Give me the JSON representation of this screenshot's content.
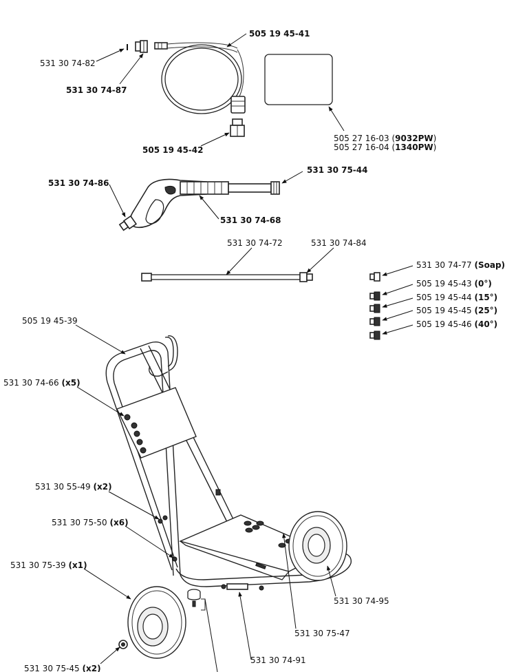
{
  "callouts": {
    "c01": {
      "num": "531 30 74-82",
      "extra": ""
    },
    "c02": {
      "num": "531 30 74-87",
      "extra": ""
    },
    "c03": {
      "num": "505 19 45-41",
      "extra": ""
    },
    "c04": {
      "num": "505 19 45-42",
      "extra": ""
    },
    "c05a": {
      "num": "505 27 16-03 (",
      "extra": "9032PW",
      "close": ")"
    },
    "c05b": {
      "num": "505 27 16-04 (",
      "extra": "1340PW",
      "close": ")"
    },
    "c06": {
      "num": "531 30 75-44",
      "extra": ""
    },
    "c07": {
      "num": "531 30 74-86",
      "extra": ""
    },
    "c08": {
      "num": "531 30 74-68",
      "extra": ""
    },
    "c09": {
      "num": "531 30 74-72",
      "extra": ""
    },
    "c10": {
      "num": "531 30 74-84",
      "extra": ""
    },
    "c11": {
      "num": "531 30 74-77",
      "extra": "(Soap)"
    },
    "c12": {
      "num": "505 19 45-43",
      "extra": "(0°)"
    },
    "c13": {
      "num": "505 19 45-44",
      "extra": "(15°)"
    },
    "c14": {
      "num": "505 19 45-45",
      "extra": "(25°)"
    },
    "c15": {
      "num": "505 19 45-46",
      "extra": "(40°)"
    },
    "c16": {
      "num": "505 19 45-39",
      "extra": ""
    },
    "c17": {
      "num": "531 30 74-66",
      "extra": "(x5)"
    },
    "c18": {
      "num": "531 30 55-49",
      "extra": "(x2)"
    },
    "c19": {
      "num": "531 30 75-50",
      "extra": "(x6)"
    },
    "c20": {
      "num": "531 30 75-39",
      "extra": "(x1)"
    },
    "c21": {
      "num": "531 30 74-95",
      "extra": ""
    },
    "c22": {
      "num": "531 30 75-47",
      "extra": ""
    },
    "c23": {
      "num": "531 30 74-91",
      "extra": ""
    },
    "c24": {
      "num": "531 30 75-45",
      "extra": "(x2)"
    }
  }
}
